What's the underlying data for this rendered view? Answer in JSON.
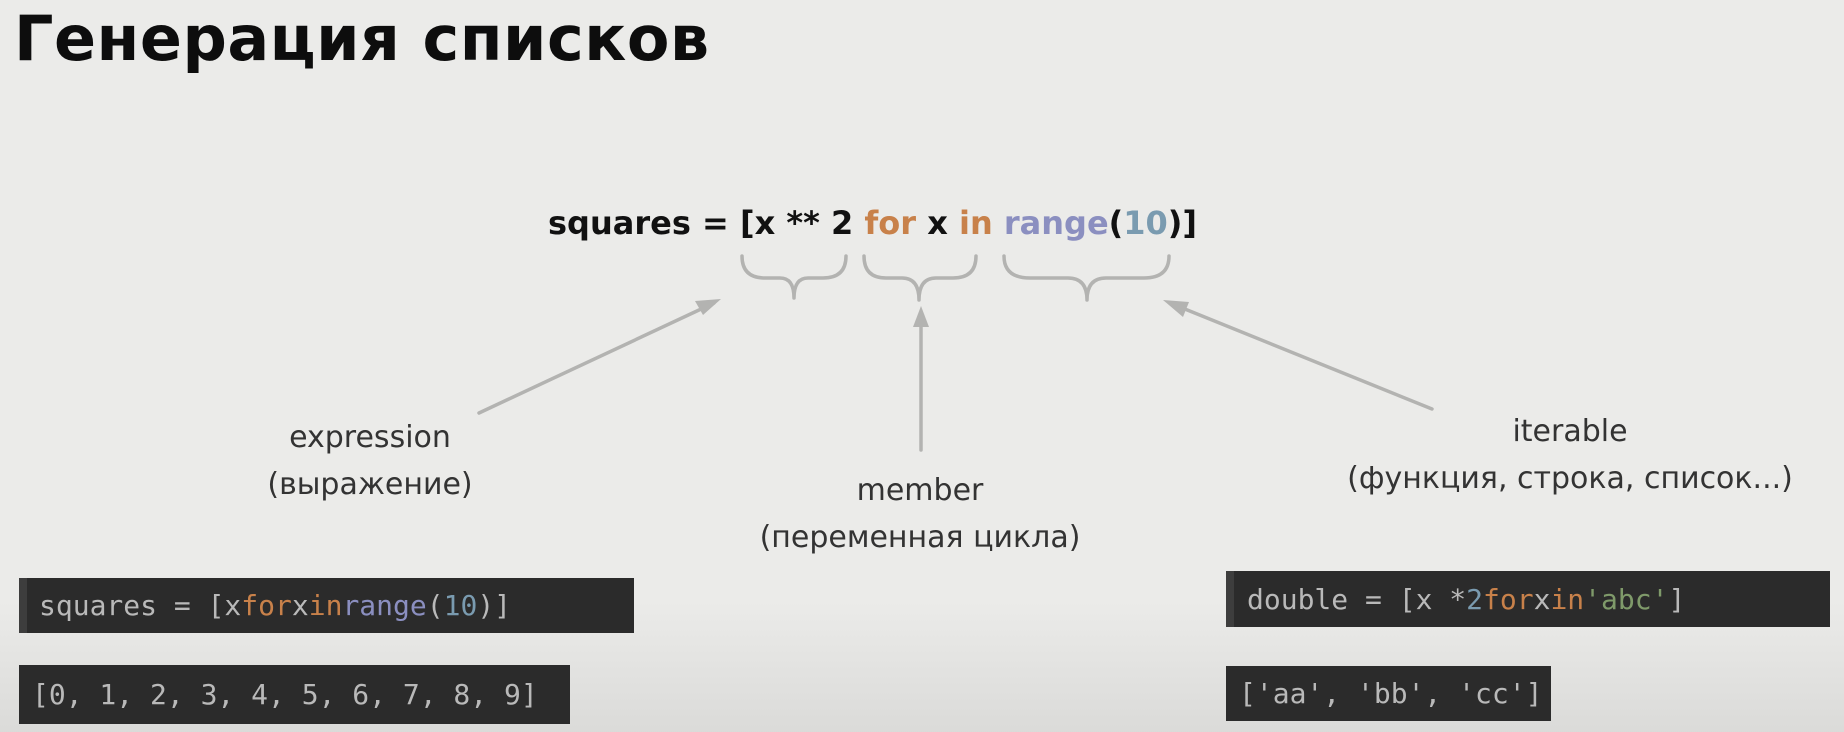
{
  "title": "Генерация списков",
  "main_code": {
    "name": "squares",
    "eq": " = [",
    "expr": "x ** 2 ",
    "for_kw": "for",
    "var": " x ",
    "in_kw": "in",
    "func": " range",
    "open": "(",
    "num": "10",
    "close": ")]"
  },
  "labels": {
    "expression": {
      "line1": "expression",
      "line2": "(выражение)"
    },
    "member": {
      "line1": "member",
      "line2": "(переменная цикла)"
    },
    "iterable": {
      "line1": "iterable",
      "line2": "(функция, строка, список...)"
    }
  },
  "example_left": {
    "code": {
      "a": "squares = [x ",
      "for": "for",
      "b": " x ",
      "in": "in",
      "c": " ",
      "func": "range",
      "d": "(",
      "num": "10",
      "e": ")]"
    },
    "output": "[0, 1, 2, 3, 4, 5, 6, 7, 8, 9]"
  },
  "example_right": {
    "code": {
      "a": "double = [x * ",
      "num": "2",
      "b": " ",
      "for": "for",
      "c": " x ",
      "in": "in",
      "d": " ",
      "str": "'abc'",
      "e": "]"
    },
    "output": "['aa', 'bb', 'cc']"
  },
  "colors": {
    "background": "#ebebe9",
    "keyword": "#c8814a",
    "function": "#8b8fc0",
    "number": "#7a9bb0",
    "string": "#7f9a6a",
    "code_bg": "#2b2b2b",
    "annotation": "#b3b3b1"
  }
}
